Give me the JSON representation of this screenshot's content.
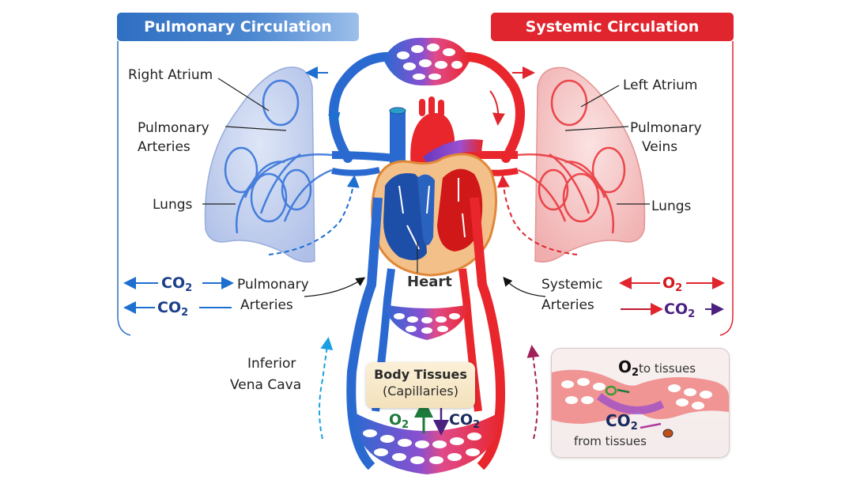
{
  "headers": {
    "pulmonary": "Pulmonary Circulation",
    "systemic": "Systemic Circulation"
  },
  "colors": {
    "pulmonary_blue": "#2f6fc2",
    "systemic_red": "#e0252e",
    "vein_blue": "#2a6ad0",
    "artery_red": "#e8262c",
    "oxygen_green": "#1e7a3a",
    "co2_navy": "#1b2a5e",
    "co2_purple": "#4b2180",
    "heart_wall": "#f3c089"
  },
  "left_labels": {
    "right_atrium": "Right Atrium",
    "pulmonary_arteries_1": "Pulmonary",
    "pulmonary_arteries_2": "Arteries",
    "lungs": "Lungs"
  },
  "right_labels": {
    "left_atrium": "Left Atrium",
    "pulmonary_veins_1": "Pulmonary",
    "pulmonary_veins_2": "Veins",
    "lungs": "Lungs"
  },
  "center_labels": {
    "heart": "Heart",
    "pulmonary_arteries_1": "Pulmonary",
    "pulmonary_arteries_2": "Arteries",
    "systemic_arteries_1": "Systemic",
    "systemic_arteries_2": "Arteries",
    "inferior_vena_cava_1": "Inferior",
    "inferior_vena_cava_2": "Vena Cava"
  },
  "gas_labels": {
    "co2_base": "CO",
    "o2_base": "O",
    "subscript": "2"
  },
  "tissues": {
    "title": "Body Tissues",
    "subtitle": "(Capillaries)"
  },
  "inset": {
    "o2_suffix": "to tissues",
    "co2_suffix": "from tissues"
  }
}
